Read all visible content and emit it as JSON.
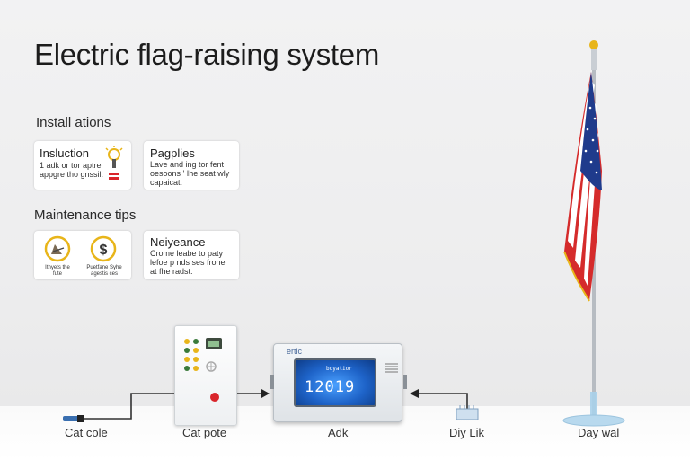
{
  "title": "Electric flag-raising system",
  "sections": {
    "install": "Install ations",
    "maintenance": "Maintenance tips"
  },
  "cards": {
    "instruction": {
      "title": "Insluction",
      "text": "1 adk or tor aptre\nappgre tho gnssil."
    },
    "supplies": {
      "title": "Pagplies",
      "text": "Lave and ing tor fent\noesoons ' Ihe seat wly\ncapaicat."
    },
    "maintenance_icons": {
      "left_caption": "Ithyets the\nfute",
      "right_caption": "Puetfane  Syhe\nagestis ces"
    },
    "neiyeance": {
      "title": "Neiyeance",
      "text": "Crome leabe to paty\nlefoe p nds ses frohe\nat fhe radst."
    }
  },
  "device": {
    "brand": "ertic",
    "screen_small": "boyatior",
    "screen_big": "12019"
  },
  "captions": {
    "cable": "Cat cole",
    "control_box": "Cat pote",
    "adk": "Adk",
    "link": "Diy Lik",
    "pole": "Day wal"
  },
  "colors": {
    "accent_red": "#d9252b",
    "screen_blue": "#1e63c8",
    "flag_blue": "#1f3b8c",
    "flag_red": "#d52b2b",
    "icon_gold": "#e8b51a"
  },
  "icons": [
    "bulb-icon",
    "chart-icon",
    "dollar-icon",
    "flag-icon",
    "arrow-icon"
  ]
}
